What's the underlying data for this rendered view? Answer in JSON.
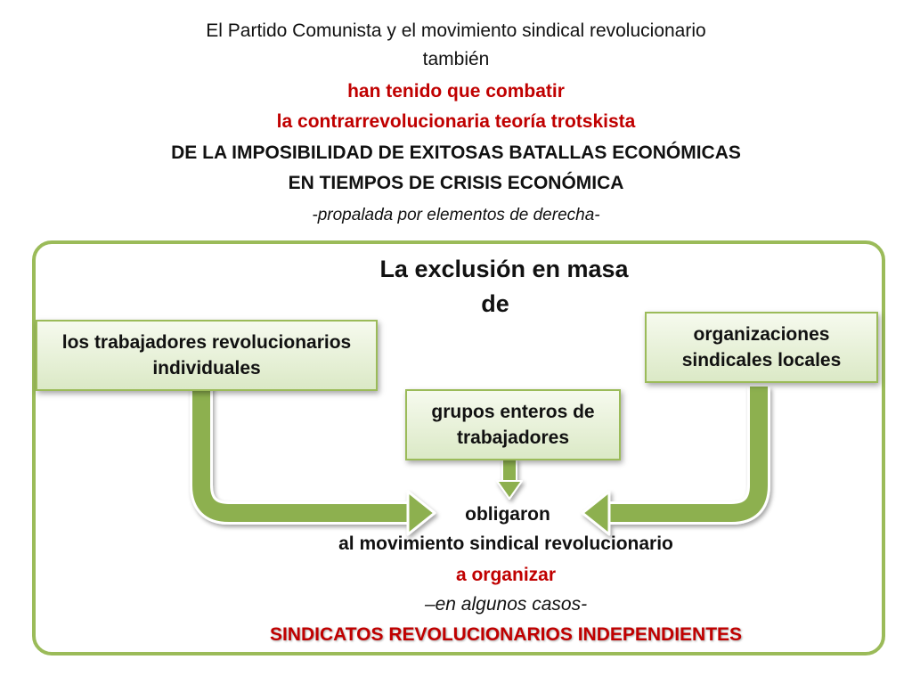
{
  "header": {
    "line1": "El Partido Comunista y el movimiento sindical revolucionario",
    "line2": "también",
    "line3": "han tenido que combatir",
    "line4": "la contrarrevolucionaria teoría trotskista",
    "line5": "DE LA IMPOSIBILIDAD DE EXITOSAS BATALLAS ECONÓMICAS",
    "line6": "EN TIEMPOS DE CRISIS ECONÓMICA",
    "line7": "-propalada por elementos de derecha-"
  },
  "diagram": {
    "title_line1": "La exclusión en masa",
    "title_line2": "de",
    "box_left": "los trabajadores revolucionarios individuales",
    "box_right": "organizaciones sindicales locales",
    "box_center": "grupos enteros de trabajadores",
    "result_line1": "obligaron",
    "result_line2": "al movimiento sindical revolucionario",
    "result_line3": "a organizar",
    "result_line4": "–en algunos casos-",
    "result_line5": "SINDICATOS REVOLUCIONARIOS INDEPENDIENTES"
  },
  "colors": {
    "accent_green": "#9bbb59",
    "emphasis_red": "#c00000"
  }
}
